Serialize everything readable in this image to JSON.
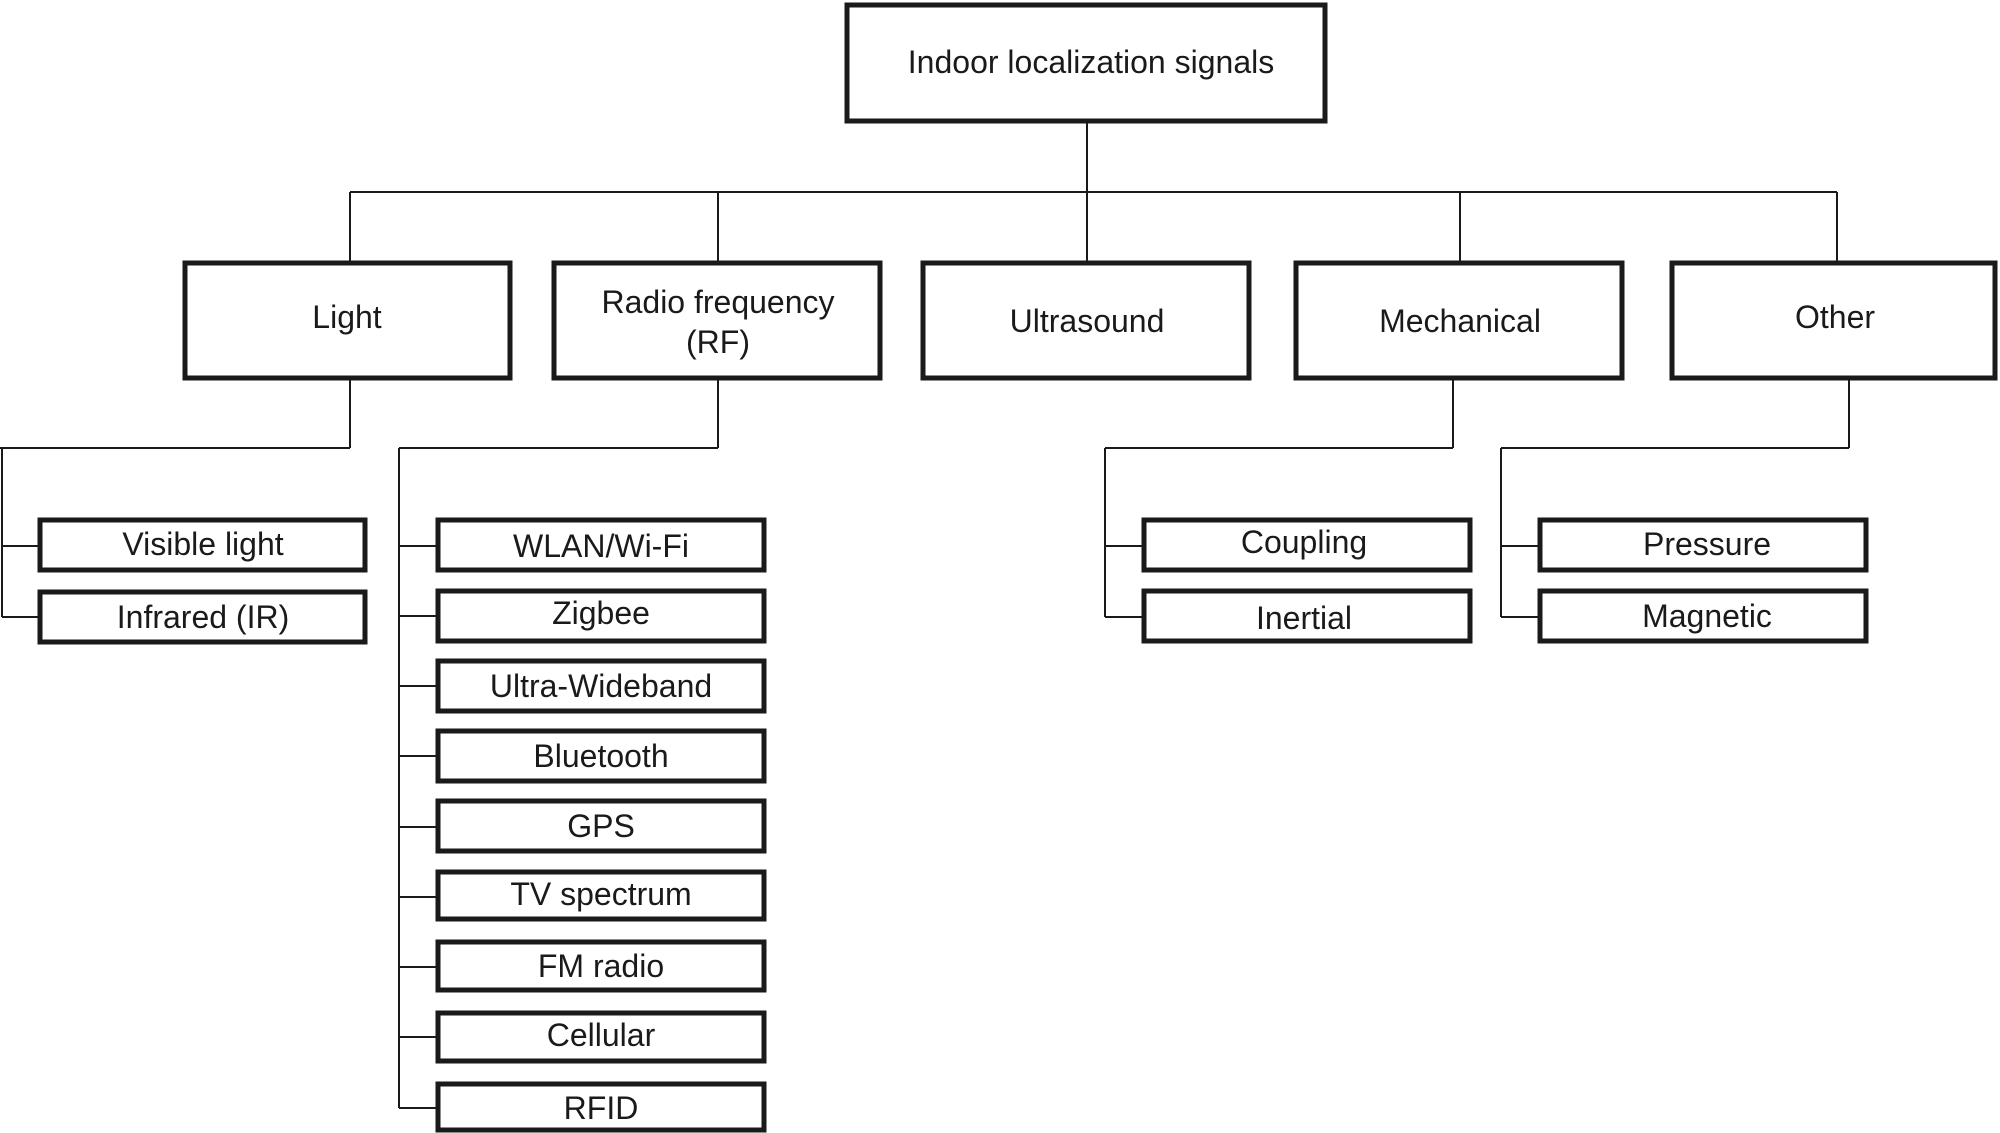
{
  "diagram": {
    "root": {
      "label": "Indoor localization signals"
    },
    "categories": [
      {
        "id": "light",
        "label": "Light",
        "children": [
          "Visible light",
          "Infrared (IR)"
        ]
      },
      {
        "id": "rf",
        "label_line1": "Radio frequency",
        "label_line2": "(RF)",
        "children": [
          "WLAN/Wi-Fi",
          "Zigbee",
          "Ultra-Wideband",
          "Bluetooth",
          "GPS",
          "TV spectrum",
          "FM radio",
          "Cellular",
          "RFID"
        ]
      },
      {
        "id": "ultrasound",
        "label": "Ultrasound",
        "children": []
      },
      {
        "id": "mechanical",
        "label": "Mechanical",
        "children": [
          "Coupling",
          "Inertial"
        ]
      },
      {
        "id": "other",
        "label": "Other",
        "children": [
          "Pressure",
          "Magnetic"
        ]
      }
    ]
  }
}
